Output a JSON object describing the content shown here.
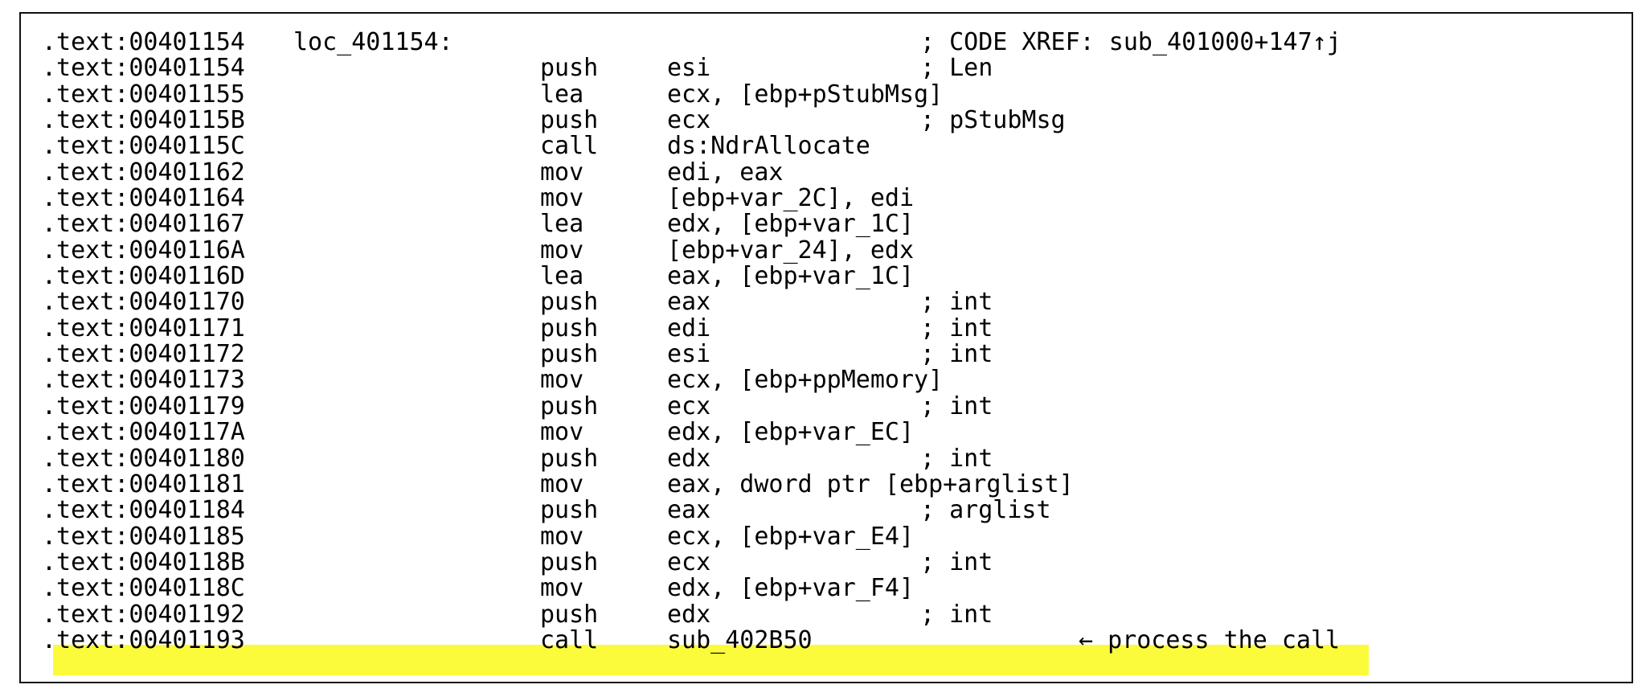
{
  "rows": [
    {
      "addr": ".text:00401154",
      "label": "loc_401154:",
      "mnemonic": "",
      "operands": "",
      "comment": "; CODE XREF: sub_401000+147↑j"
    },
    {
      "addr": ".text:00401154",
      "label": "",
      "mnemonic": "push",
      "operands": "esi",
      "comment": "; Len"
    },
    {
      "addr": ".text:00401155",
      "label": "",
      "mnemonic": "lea",
      "operands": "ecx, [ebp+pStubMsg]",
      "comment": ""
    },
    {
      "addr": ".text:0040115B",
      "label": "",
      "mnemonic": "push",
      "operands": "ecx",
      "comment": "; pStubMsg"
    },
    {
      "addr": ".text:0040115C",
      "label": "",
      "mnemonic": "call",
      "operands": "ds:NdrAllocate",
      "comment": ""
    },
    {
      "addr": ".text:00401162",
      "label": "",
      "mnemonic": "mov",
      "operands": "edi, eax",
      "comment": ""
    },
    {
      "addr": ".text:00401164",
      "label": "",
      "mnemonic": "mov",
      "operands": "[ebp+var_2C], edi",
      "comment": ""
    },
    {
      "addr": ".text:00401167",
      "label": "",
      "mnemonic": "lea",
      "operands": "edx, [ebp+var_1C]",
      "comment": ""
    },
    {
      "addr": ".text:0040116A",
      "label": "",
      "mnemonic": "mov",
      "operands": "[ebp+var_24], edx",
      "comment": ""
    },
    {
      "addr": ".text:0040116D",
      "label": "",
      "mnemonic": "lea",
      "operands": "eax, [ebp+var_1C]",
      "comment": ""
    },
    {
      "addr": ".text:00401170",
      "label": "",
      "mnemonic": "push",
      "operands": "eax",
      "comment": "; int"
    },
    {
      "addr": ".text:00401171",
      "label": "",
      "mnemonic": "push",
      "operands": "edi",
      "comment": "; int"
    },
    {
      "addr": ".text:00401172",
      "label": "",
      "mnemonic": "push",
      "operands": "esi",
      "comment": "; int"
    },
    {
      "addr": ".text:00401173",
      "label": "",
      "mnemonic": "mov",
      "operands": "ecx, [ebp+ppMemory]",
      "comment": ""
    },
    {
      "addr": ".text:00401179",
      "label": "",
      "mnemonic": "push",
      "operands": "ecx",
      "comment": "; int"
    },
    {
      "addr": ".text:0040117A",
      "label": "",
      "mnemonic": "mov",
      "operands": "edx, [ebp+var_EC]",
      "comment": ""
    },
    {
      "addr": ".text:00401180",
      "label": "",
      "mnemonic": "push",
      "operands": "edx",
      "comment": "; int"
    },
    {
      "addr": ".text:00401181",
      "label": "",
      "mnemonic": "mov",
      "operands": "eax, dword ptr [ebp+arglist]",
      "comment": ""
    },
    {
      "addr": ".text:00401184",
      "label": "",
      "mnemonic": "push",
      "operands": "eax",
      "comment": "; arglist"
    },
    {
      "addr": ".text:00401185",
      "label": "",
      "mnemonic": "mov",
      "operands": "ecx, [ebp+var_E4]",
      "comment": ""
    },
    {
      "addr": ".text:0040118B",
      "label": "",
      "mnemonic": "push",
      "operands": "ecx",
      "comment": "; int"
    },
    {
      "addr": ".text:0040118C",
      "label": "",
      "mnemonic": "mov",
      "operands": "edx, [ebp+var_F4]",
      "comment": ""
    },
    {
      "addr": ".text:00401192",
      "label": "",
      "mnemonic": "push",
      "operands": "edx",
      "comment": "; int"
    },
    {
      "addr": ".text:00401193",
      "label": "",
      "mnemonic": "call",
      "operands": "sub_402B50",
      "comment": "← process the call"
    }
  ],
  "highlight_color": "#fbfb3b"
}
